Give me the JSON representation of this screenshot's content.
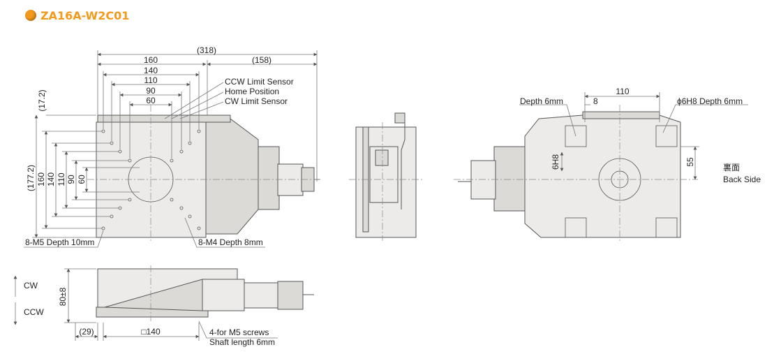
{
  "header": {
    "title": "ZA16A-W2C01",
    "bullet_color": "#f39a1e"
  },
  "top_view": {
    "dim_overall": "(318)",
    "dim_158": "(158)",
    "dim_160": "160",
    "dim_140": "140",
    "dim_110": "110",
    "dim_90": "90",
    "dim_60": "60",
    "dim_17_2": "(17.2)",
    "dim_177_2": "(177.2)",
    "vdim_160": "160",
    "vdim_140": "140",
    "vdim_110": "110",
    "vdim_90": "90",
    "vdim_60": "60",
    "label_ccw_sensor": "CCW Limit Sensor",
    "label_home": "Home Position",
    "label_cw_sensor": "CW Limit Sensor",
    "label_m5": "8-M5 Depth 10mm",
    "label_m4": "8-M4 Depth 8mm"
  },
  "back_view": {
    "label_depth": "Depth 6mm",
    "dim_8": "8",
    "dim_110": "110",
    "label_phi": "ϕ6H8 Depth 6mm",
    "dim_6h8": "6H8",
    "dim_55": "55",
    "label_jp": "裏面",
    "label_en": "Back Side"
  },
  "side_view": {
    "label_cw": "CW",
    "label_ccw": "CCW",
    "dim_height": "80±8",
    "dim_29": "(29)",
    "dim_140": "□140",
    "label_screws_1": "4-for M5 screws",
    "label_screws_2": "Shaft length 6mm"
  }
}
